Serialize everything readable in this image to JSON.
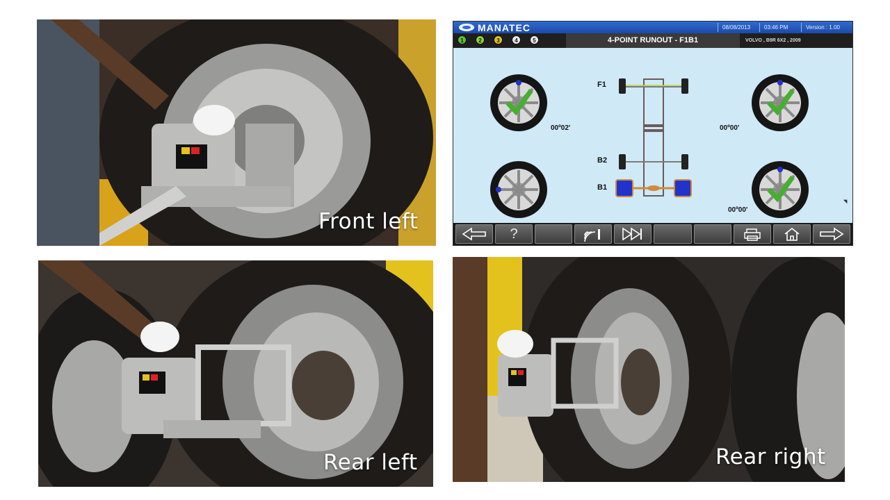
{
  "captions": {
    "front_left": "Front left",
    "rear_left": "Rear left",
    "rear_right": "Rear right"
  },
  "screen": {
    "brand": "MANATEC",
    "date": "08/08/2013",
    "time": "03:46 PM",
    "version": "Version : 1.00",
    "steps": [
      "1",
      "2",
      "3",
      "4",
      "5"
    ],
    "title": "4-POINT RUNOUT - F1B1",
    "vehicle": "VOLVO , B9R 6X2 , 2009",
    "axles": {
      "f1": "F1",
      "b2": "B2",
      "b1": "B1"
    },
    "angles": {
      "front_left": "00º02'",
      "front_right": "00º00'",
      "rear_right": "00º00'"
    },
    "buttons": [
      "back-arrow-icon",
      "help-icon",
      "blank",
      "signal-icon",
      "skip-forward-icon",
      "blank",
      "blank",
      "print-icon",
      "home-icon",
      "forward-arrow-icon"
    ],
    "help_label": "?"
  },
  "colors": {
    "screen_bg": "#cfe9f7",
    "topbar": "#2f6bd0",
    "check": "#44b02e",
    "wheel_unit": "#2233cc"
  }
}
